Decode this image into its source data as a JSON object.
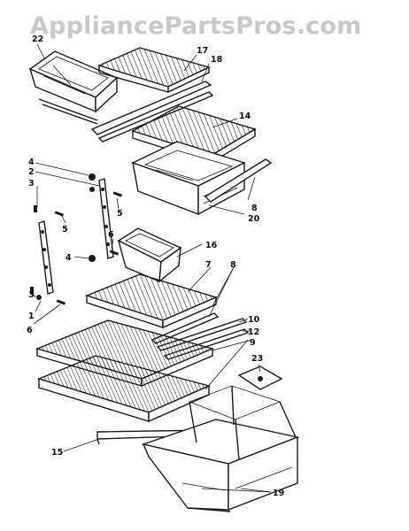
{
  "watermark": "AppliancePartsPros.com",
  "callouts": [
    {
      "id": "c22a",
      "text": "22"
    },
    {
      "id": "c17",
      "text": "17"
    },
    {
      "id": "c18",
      "text": "18"
    },
    {
      "id": "c14",
      "text": "14"
    },
    {
      "id": "c8a",
      "text": "8"
    },
    {
      "id": "c20",
      "text": "20"
    },
    {
      "id": "c4a",
      "text": "4"
    },
    {
      "id": "c2",
      "text": "2"
    },
    {
      "id": "c3a",
      "text": "3"
    },
    {
      "id": "c5a",
      "text": "5"
    },
    {
      "id": "c5b",
      "text": "5"
    },
    {
      "id": "c6a",
      "text": "6"
    },
    {
      "id": "c4b",
      "text": "4"
    },
    {
      "id": "c16",
      "text": "16"
    },
    {
      "id": "c7",
      "text": "7"
    },
    {
      "id": "c8b",
      "text": "8"
    },
    {
      "id": "c8c",
      "text": "8"
    },
    {
      "id": "c3b",
      "text": "3"
    },
    {
      "id": "c1",
      "text": "1"
    },
    {
      "id": "c6b",
      "text": "6"
    },
    {
      "id": "c10",
      "text": "10"
    },
    {
      "id": "c12",
      "text": "12"
    },
    {
      "id": "c9",
      "text": "9"
    },
    {
      "id": "c23",
      "text": "23"
    },
    {
      "id": "c15",
      "text": "15"
    },
    {
      "id": "c19",
      "text": "19"
    }
  ]
}
